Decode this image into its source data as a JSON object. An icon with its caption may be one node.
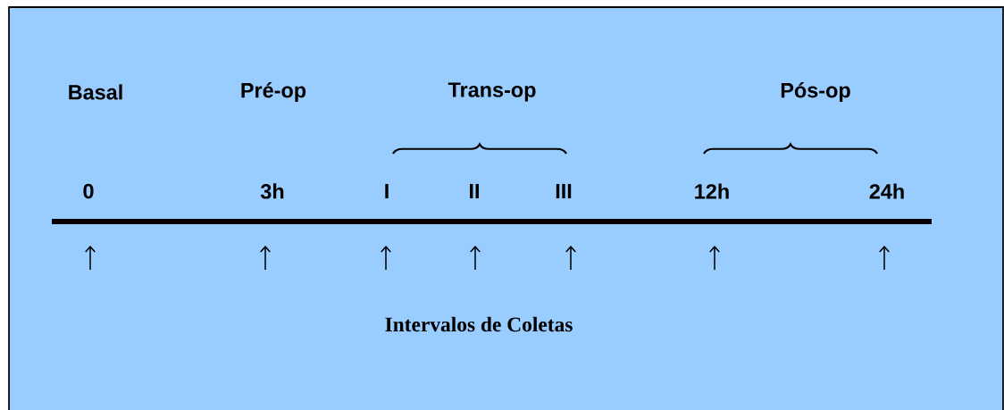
{
  "diagram": {
    "caption": "Intervalos de Coletas",
    "labels": [
      "Basal",
      "Pré-op",
      "Trans-op",
      "Pós-op",
      "0",
      "3h",
      "I",
      "II",
      "III",
      "12h",
      "24h"
    ]
  }
}
